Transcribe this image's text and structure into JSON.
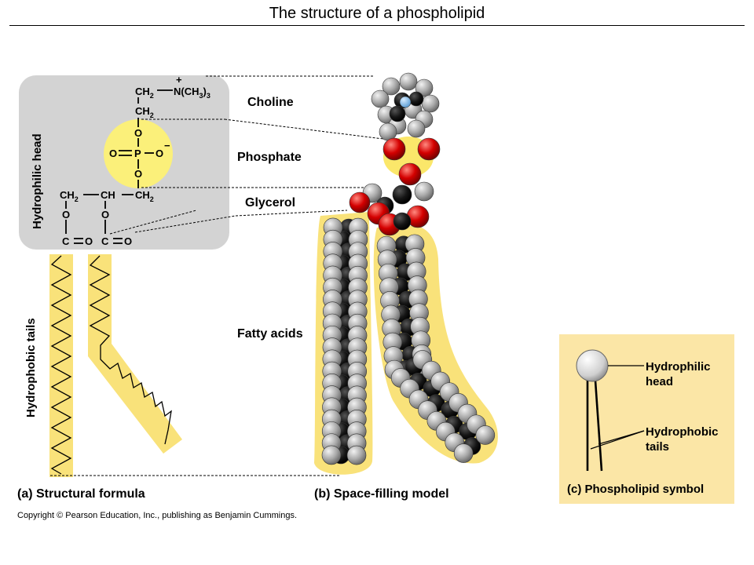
{
  "title": "The structure of a phospholipid",
  "colors": {
    "head_box": "#d3d3d3",
    "tail_highlight": "#f9e27a",
    "phosphate_circle": "#fbf07a",
    "symbol_panel": "#fbe6a6",
    "carbon": "#111111",
    "hydrogen": "#a9a9a9",
    "oxygen": "#d40000",
    "nitrogen": "#7ab8e6",
    "phosphorus": "#f3e76a"
  },
  "formula": {
    "head_label": "Hydrophilic head",
    "tails_label": "Hydrophobic tails",
    "ch2_top": "CH2",
    "nitrogen_group": "N(CH3)3",
    "ch2_second": "CH2",
    "o_top": "O",
    "phosphate_left_o": "O",
    "phosphorus": "P",
    "phosphate_right_o": "O",
    "o_bottom": "O",
    "glycerol_left": "CH2",
    "glycerol_mid": "CH",
    "glycerol_right": "CH2",
    "ester_o_left": "O",
    "ester_o_mid": "O",
    "carbonyl_left": "C",
    "carbonyl_left_o": "O",
    "carbonyl_right": "C",
    "carbonyl_right_o": "O",
    "plus": "+",
    "minus": "−"
  },
  "labels": {
    "choline": "Choline",
    "phosphate": "Phosphate",
    "glycerol": "Glycerol",
    "fatty_acids": "Fatty acids"
  },
  "captions": {
    "a": "(a) Structural formula",
    "b": "(b) Space-filling model",
    "c": "(c) Phospholipid symbol"
  },
  "symbol": {
    "head": "Hydrophilic head",
    "tails": "Hydrophobic tails"
  },
  "copyright": "Copyright © Pearson Education, Inc., publishing as Benjamin Cummings."
}
